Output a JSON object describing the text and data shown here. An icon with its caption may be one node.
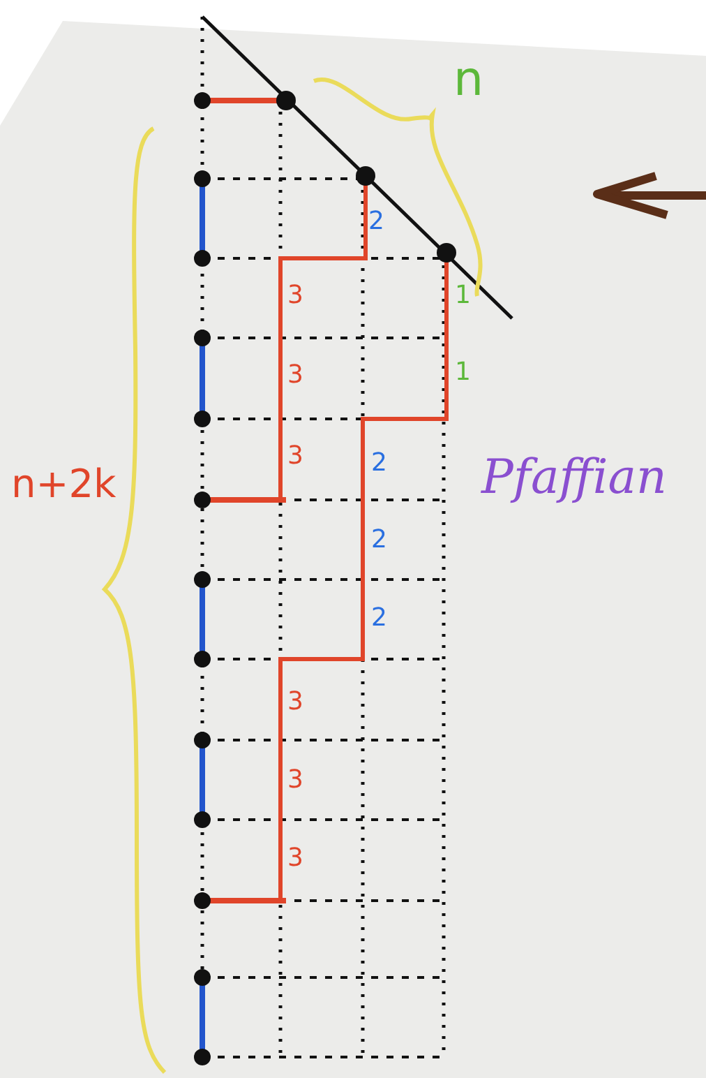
{
  "diagram": {
    "labels": [
      "n",
      "n+2k",
      "Pfaffian",
      "2",
      "3",
      "1",
      "3",
      "1",
      "3",
      "2",
      "2",
      "2",
      "3",
      "3",
      "3"
    ]
  }
}
